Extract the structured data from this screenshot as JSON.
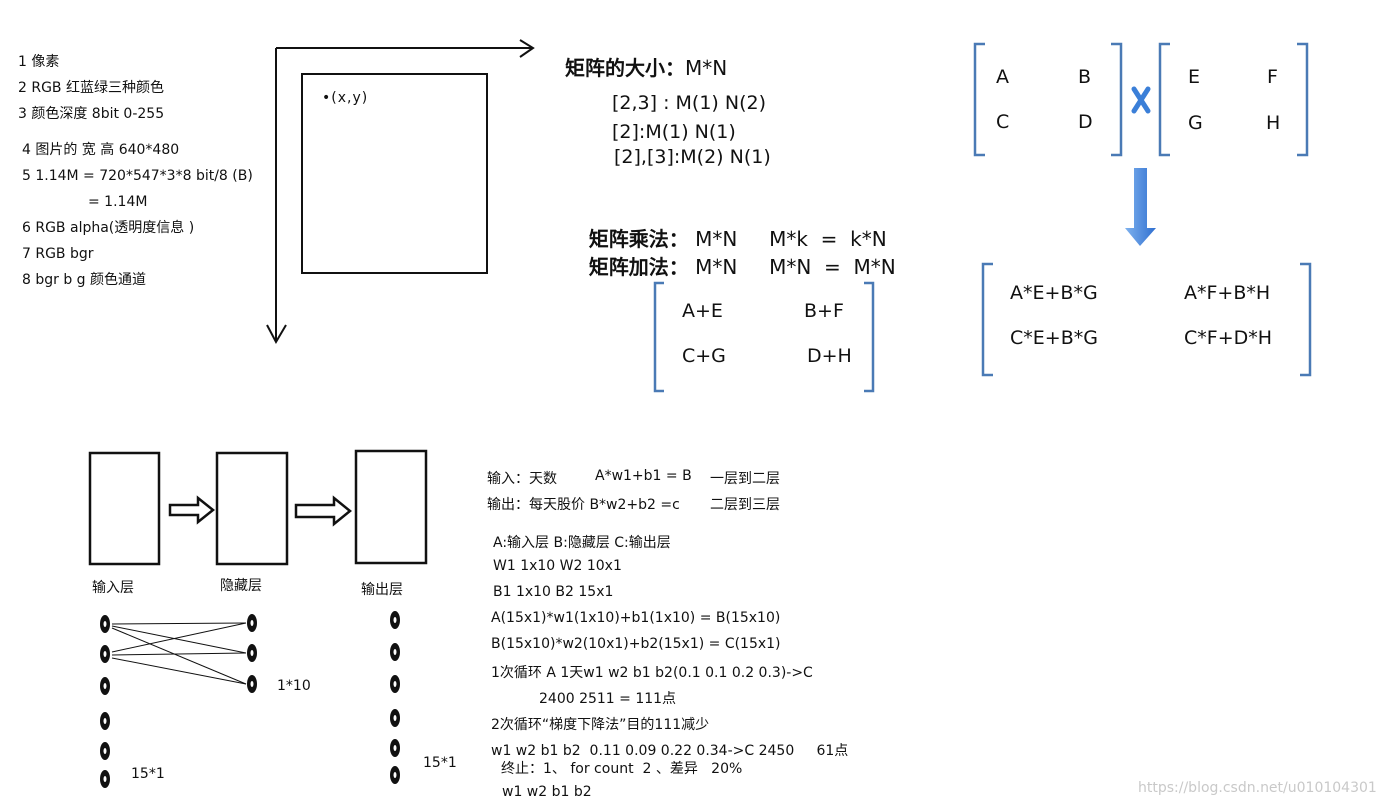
{
  "notes": {
    "group1": [
      "1 像素",
      "2 RGB 红蓝绿三种颜色",
      "3 颜色深度 8bit 0-255"
    ],
    "group2": [
      "4 图片的 宽 高  640*480",
      "5 1.14M = 720*547*3*8 bit/8 (B)",
      "= 1.14M",
      "6 RGB alpha(透明度信息 )",
      "7 RGB bgr",
      "8 bgr b g 颜色通道"
    ]
  },
  "coord_label": "•(x,y)",
  "matrix_size": {
    "title": "矩阵的大小：",
    "formula": "M*N",
    "lines": [
      "[2,3] : M(1)  N(2)",
      "[2]:M(1) N(1)",
      "[2],[3]:M(2) N(1)"
    ]
  },
  "matrix_ops": {
    "mult_title": "矩阵乘法：",
    "mult_formula": "M*N     M*k  =  k*N",
    "add_title": "矩阵加法：",
    "add_formula": "M*N     M*N  =  M*N"
  },
  "matrix_add": [
    "A+E",
    "B+F",
    "C+G",
    "D+H"
  ],
  "matrix_left": [
    "A",
    "B",
    "C",
    "D"
  ],
  "matrix_right": [
    "E",
    "F",
    "G",
    "H"
  ],
  "times_symbol": "x",
  "matrix_product": [
    "A*E+B*G",
    "A*F+B*H",
    "C*E+B*G",
    "C*F+D*H"
  ],
  "nn": {
    "layers": [
      "输入层",
      "隐藏层",
      "输出层"
    ],
    "label_110": "1*10",
    "label_151_a": "15*1",
    "label_151_b": "15*1"
  },
  "text_block": {
    "io1": "输入：天数",
    "io1_formula": "A*w1+b1 = B",
    "io1_desc": "一层到二层",
    "io2": "输出：每天股价  B*w2+b2 =c",
    "io2_desc": "二层到三层",
    "lines": [
      "A:输入层  B:隐藏层  C:输出层",
      "W1 1x10 W2 10x1",
      "B1 1x10 B2 15x1",
      "A(15x1)*w1(1x10)+b1(1x10) = B(15x10)",
      "B(15x10)*w2(10x1)+b2(15x1) = C(15x1)",
      "1次循环 A 1天w1 w2 b1 b2(0.1 0.1 0.2 0.3)->C",
      "2400 2511 = 111点",
      "2次循环“梯度下降法”目的111减少",
      "w1 w2 b1 b2  0.11 0.09 0.22 0.34->C 2450     61点",
      "终止：1、 for count  2 、差异   20%",
      "w1 w2 b1 b2"
    ]
  },
  "watermark": "https://blog.csdn.net/u010104301",
  "colors": {
    "bracket": "#4a7ab5",
    "arrow_blue": "#3b7fd8",
    "ink": "#111111"
  }
}
